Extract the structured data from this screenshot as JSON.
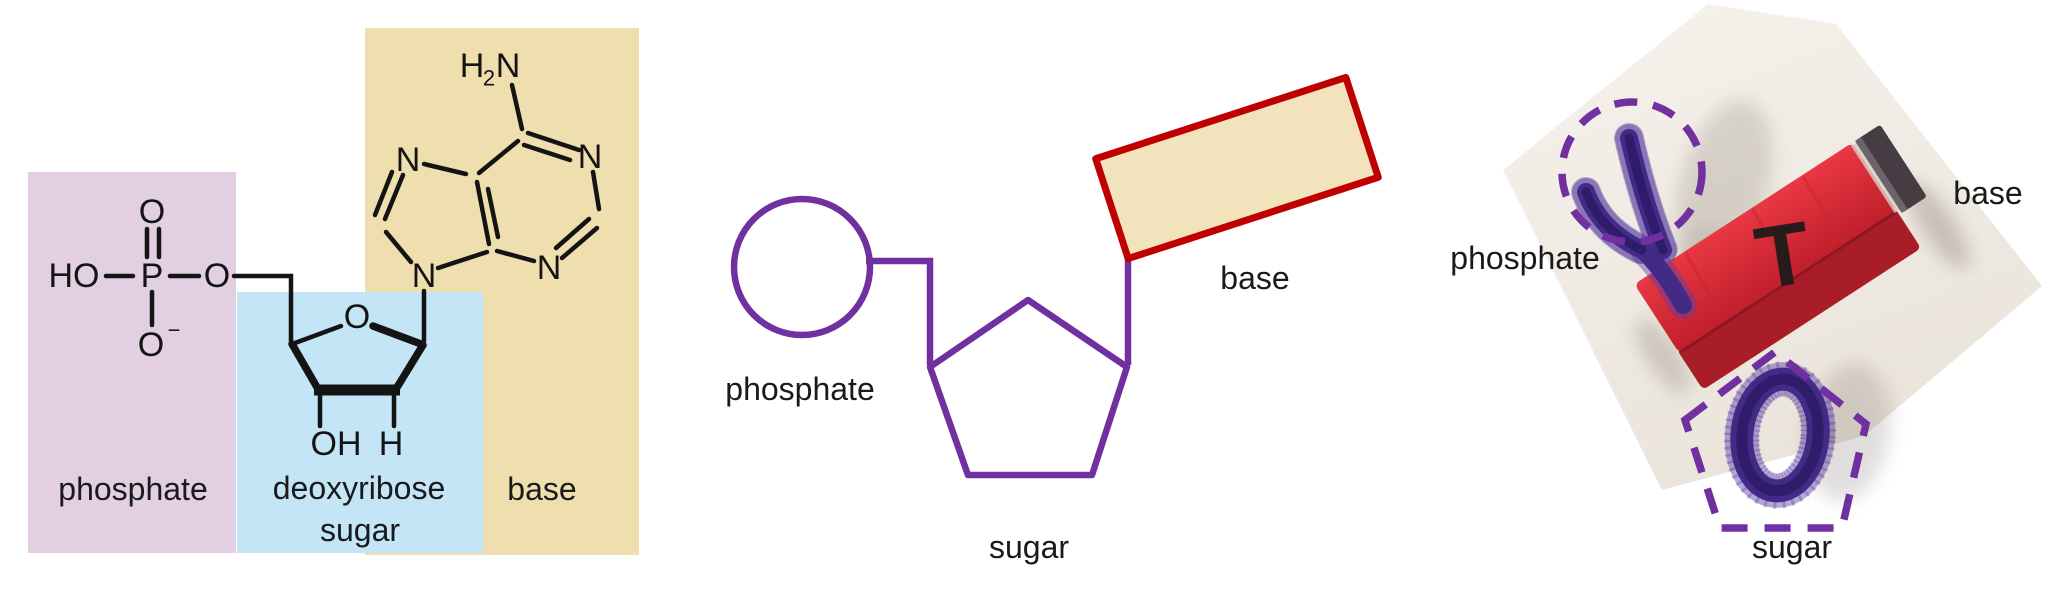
{
  "panels": {
    "structure": {
      "region_labels": {
        "phosphate": "phosphate",
        "sugar_line1": "deoxyribose",
        "sugar_line2": "sugar",
        "base": "base"
      },
      "colors": {
        "phosphate_fill": "#e2cfe2",
        "sugar_fill": "#c3e5f6",
        "base_fill": "#f0dfae",
        "bond": "#141414"
      },
      "atoms": {
        "amine_h": "H",
        "amine_sub": "2",
        "amine_n": "N",
        "n1": "N",
        "n3": "N",
        "n7": "N",
        "n9": "N",
        "phosphate_o_top": "O",
        "phosphate_ho": "HO",
        "phosphate_p": "P",
        "phosphate_o_right": "O",
        "phosphate_o_minus": "O",
        "phosphate_minus": "−",
        "ring_o": "O",
        "oh": "OH",
        "h": "H"
      }
    },
    "schematic": {
      "labels": {
        "phosphate": "phosphate",
        "sugar": "sugar",
        "base": "base"
      },
      "colors": {
        "circle_fill": "#e7dbee",
        "pentagon_fill": "#cde9fb",
        "rect_fill": "#f2e3bc",
        "outline_purple": "#7030a0",
        "rect_stroke": "#c00000"
      }
    },
    "photo": {
      "labels": {
        "phosphate": "phosphate",
        "base": "base",
        "sugar": "sugar"
      },
      "block_letter": "T",
      "colors": {
        "pipe_cleaner": "#432a86",
        "dashed_outline": "#7030a0",
        "block_red": "#d42732",
        "magnet": "#463d44",
        "paper": "#f3eee7"
      }
    }
  }
}
